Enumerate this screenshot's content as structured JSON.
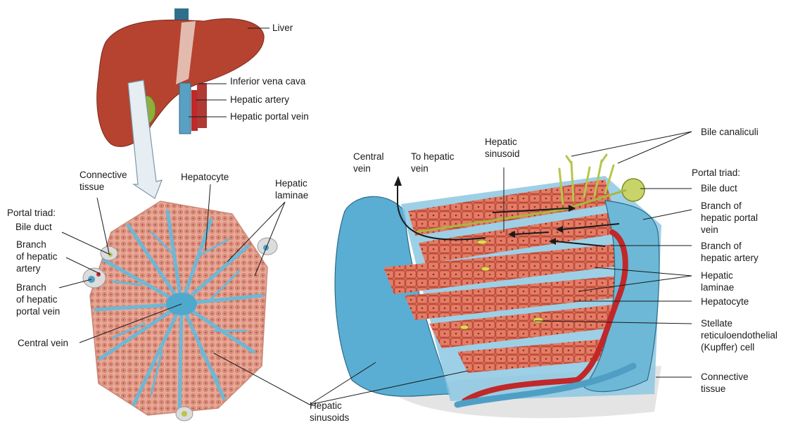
{
  "labels": {
    "liver": "Liver",
    "inferior_vena_cava": "Inferior vena cava",
    "hepatic_artery": "Hepatic artery",
    "hepatic_portal_vein": "Hepatic portal vein",
    "connective_tissue_left": "Connective\ntissue",
    "hepatocyte_left": "Hepatocyte",
    "hepatic_laminae_left": "Hepatic\nlaminae",
    "portal_triad_left": "Portal triad:",
    "bile_duct_left": "Bile duct",
    "branch_hepatic_artery_left": "Branch\nof hepatic\nartery",
    "branch_hepatic_portal_vein_left": "Branch\nof hepatic\nportal vein",
    "central_vein_left": "Central vein",
    "hepatic_sinusoids": "Hepatic\nsinusoids",
    "central_vein_right": "Central\nvein",
    "to_hepatic_vein": "To hepatic\nvein",
    "hepatic_sinusoid": "Hepatic\nsinusoid",
    "bile_canaliculi": "Bile canaliculi",
    "portal_triad_right": "Portal triad:",
    "bile_duct_right": "Bile duct",
    "branch_hepatic_portal_vein_right": "Branch of\nhepatic portal\nvein",
    "branch_hepatic_artery_right": "Branch of\nhepatic artery",
    "hepatic_laminae_right": "Hepatic\nlaminae",
    "hepatocyte_right": "Hepatocyte",
    "stellate_cell": "Stellate\nreticuloendothelial\n(Kupffer) cell",
    "connective_tissue_right": "Connective\ntissue"
  },
  "colors": {
    "liver": "#b5432f",
    "hepatocyte": "#e0725d",
    "lobule_tissue": "#e8a898",
    "sinusoid": "#6cb8d6",
    "vein_blue": "#4f9fc4",
    "artery_red": "#c0282a",
    "bile_green": "#b7c64a",
    "connective": "#d9d9d9"
  }
}
